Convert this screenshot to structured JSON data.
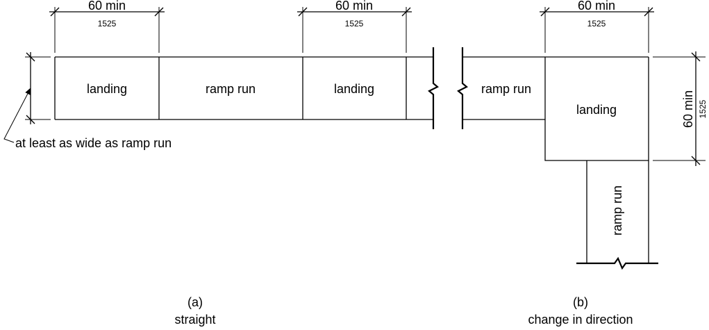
{
  "dims": {
    "min_label": "60 min",
    "mm_label": "1525"
  },
  "a": {
    "landing_1": "landing",
    "ramp_run": "ramp run",
    "landing_2": "landing",
    "width_note": "at least as wide as ramp run",
    "caption_letter": "(a)",
    "caption_text": "straight"
  },
  "b": {
    "ramp_run_top": "ramp run",
    "landing": "landing",
    "ramp_run_down": "ramp run",
    "caption_letter": "(b)",
    "caption_text": "change in direction"
  }
}
